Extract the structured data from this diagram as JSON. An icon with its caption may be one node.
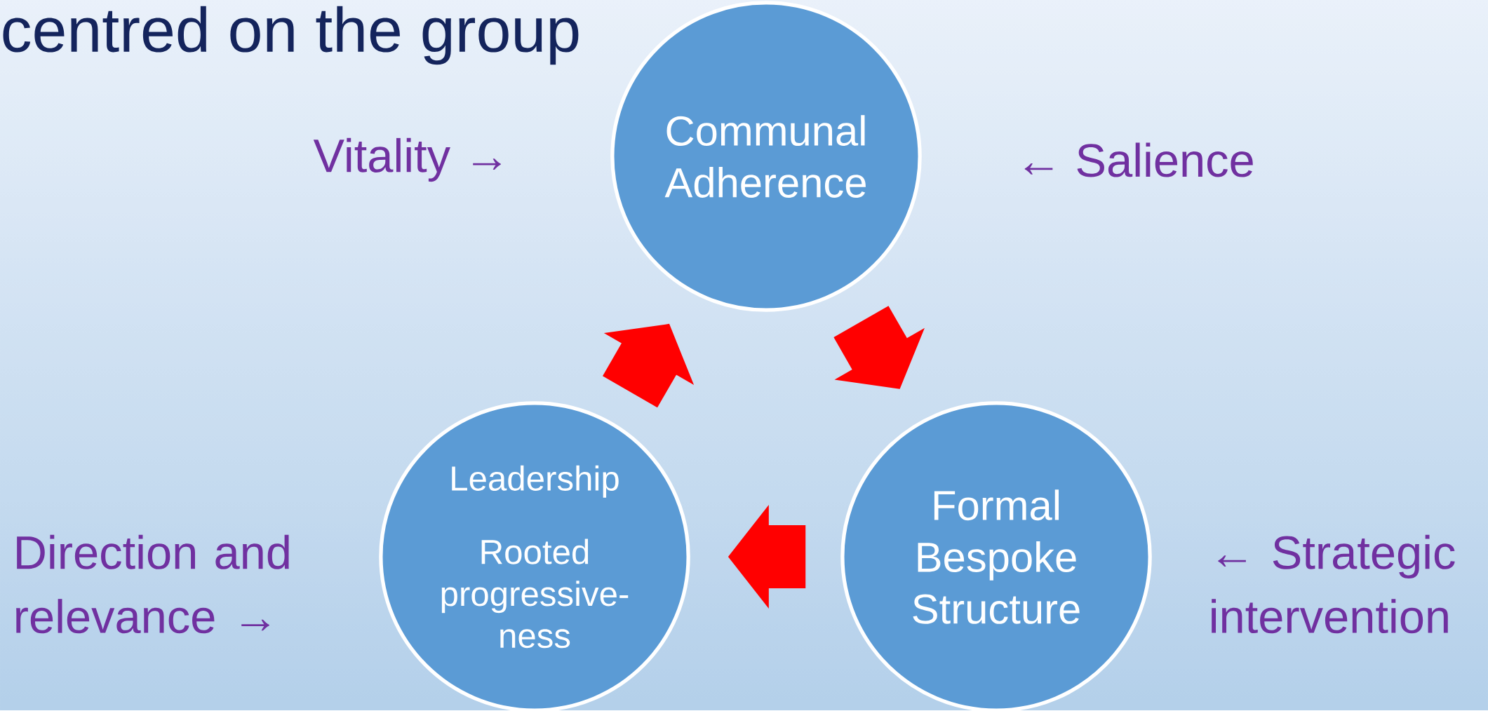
{
  "diagram": {
    "title": "centred on the group",
    "nodes": [
      {
        "text": [
          "Communal Adherence"
        ]
      },
      {
        "text": [
          "Leadership",
          "Rooted progressive- ness"
        ]
      },
      {
        "text": [
          "Formal Bespoke Structure"
        ]
      }
    ],
    "edges": [
      {
        "from": 1,
        "to": 0,
        "arrow": "to"
      },
      {
        "from": 0,
        "to": 2,
        "arrow": "to"
      },
      {
        "from": 2,
        "to": 1,
        "arrow": "to"
      }
    ],
    "labels": [
      "Vitality →",
      "← Salience",
      "Direction and relevance →",
      "← Strategic intervention"
    ]
  }
}
